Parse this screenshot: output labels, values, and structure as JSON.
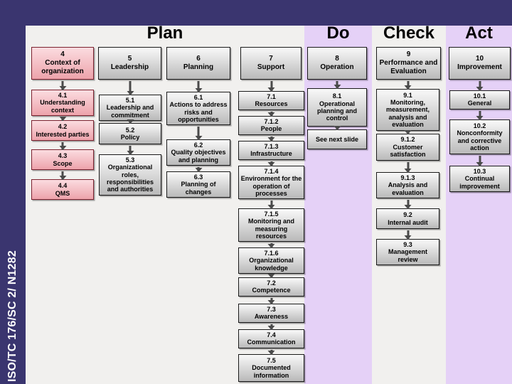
{
  "slide": {
    "sidebar_label": "ISO/TC 176/SC 2/ N1282",
    "phases": [
      {
        "id": "plan",
        "label": "Plan"
      },
      {
        "id": "do",
        "label": "Do"
      },
      {
        "id": "check",
        "label": "Check"
      },
      {
        "id": "act",
        "label": "Act"
      }
    ],
    "columns": [
      {
        "id": "4",
        "phase": "Plan",
        "header": {
          "num": "4",
          "label": "Context of organization"
        },
        "items": [
          {
            "num": "4.1",
            "label": "Understanding context"
          },
          {
            "num": "4.2",
            "label": "Interested parties"
          },
          {
            "num": "4.3",
            "label": "Scope"
          },
          {
            "num": "4.4",
            "label": "QMS"
          }
        ]
      },
      {
        "id": "5",
        "phase": "Plan",
        "header": {
          "num": "5",
          "label": "Leadership"
        },
        "items": [
          {
            "num": "5.1",
            "label": "Leadership and commitment"
          },
          {
            "num": "5.2",
            "label": "Policy"
          },
          {
            "num": "5.3",
            "label": "Organizational roles, responsibilities and authorities"
          }
        ]
      },
      {
        "id": "6",
        "phase": "Plan",
        "header": {
          "num": "6",
          "label": "Planning"
        },
        "items": [
          {
            "num": "6.1",
            "label": "Actions to address risks and opportunities"
          },
          {
            "num": "6.2",
            "label": "Quality objectives and planning"
          },
          {
            "num": "6.3",
            "label": "Planning of changes"
          }
        ]
      },
      {
        "id": "7",
        "phase": "Plan",
        "header": {
          "num": "7",
          "label": "Support"
        },
        "items": [
          {
            "num": "7.1",
            "label": "Resources"
          },
          {
            "num": "7.1.2",
            "label": "People"
          },
          {
            "num": "7.1.3",
            "label": "Infrastructure"
          },
          {
            "num": "7.1.4",
            "label": "Environment for the operation of processes"
          },
          {
            "num": "7.1.5",
            "label": "Monitoring and measuring resources"
          },
          {
            "num": "7.1.6",
            "label": "Organizational knowledge"
          },
          {
            "num": "7.2",
            "label": "Competence"
          },
          {
            "num": "7.3",
            "label": "Awareness"
          },
          {
            "num": "7.4",
            "label": "Communication"
          },
          {
            "num": "7.5",
            "label": "Documented information"
          }
        ]
      },
      {
        "id": "8",
        "phase": "Do",
        "header": {
          "num": "8",
          "label": "Operation"
        },
        "items": [
          {
            "num": "8.1",
            "label": "Operational planning and control"
          },
          {
            "num": "",
            "label": "See next slide"
          }
        ]
      },
      {
        "id": "9",
        "phase": "Check",
        "header": {
          "num": "9",
          "label": "Performance and Evaluation"
        },
        "items": [
          {
            "num": "9.1",
            "label": "Monitoring, measurement, analysis and evaluation"
          },
          {
            "num": "9.1.2",
            "label": "Customer satisfaction"
          },
          {
            "num": "9.1.3",
            "label": "Analysis and evaluation"
          },
          {
            "num": "9.2",
            "label": "Internal audit"
          },
          {
            "num": "9.3",
            "label": "Management review"
          }
        ]
      },
      {
        "id": "10",
        "phase": "Act",
        "header": {
          "num": "10",
          "label": "Improvement"
        },
        "items": [
          {
            "num": "10.1",
            "label": "General"
          },
          {
            "num": "10.2",
            "label": "Nonconformity and corrective action"
          },
          {
            "num": "10.3",
            "label": "Continual improvement"
          }
        ]
      }
    ],
    "colors": {
      "frame_purple": "#3a356f",
      "plan_check_bg": "#f1f0ee",
      "do_act_stripe": "#e5d1f7",
      "gray_box_top": "#f9f9f9",
      "gray_box_bottom": "#b9b9b9",
      "gray_box_border": "#1a1a1a",
      "pink_box_top": "#fbdce0",
      "pink_box_bottom": "#eda3ab",
      "pink_box_border": "#7c2230",
      "arrow": "#4a4a4a",
      "title_text": "#000000",
      "sidebar_text": "#ffffff"
    }
  }
}
